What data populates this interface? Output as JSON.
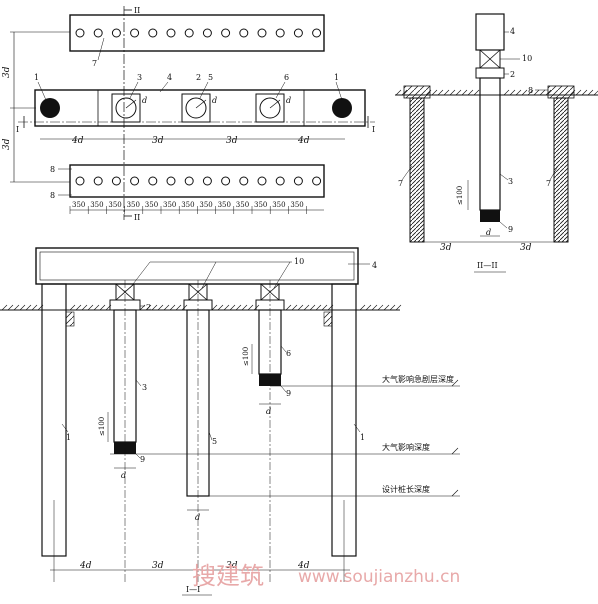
{
  "callouts": {
    "n1": "1",
    "n2": "2",
    "n3": "3",
    "n4": "4",
    "n5": "5",
    "n6": "6",
    "n7": "7",
    "n8": "8",
    "n9": "9",
    "n10": "10"
  },
  "section_marks": {
    "I": "I",
    "II": "II"
  },
  "symbols": {
    "d": "d",
    "spacing_3d": "3d",
    "spacing_4d": "4d",
    "le100": "≤100"
  },
  "grid_spacing": "350",
  "depth_labels": {
    "rapid_change": "大气影响急剧层深度",
    "influence": "大气影响深度",
    "design_pile": "设计桩长深度"
  },
  "section_titles": {
    "one": "I—I",
    "two": "II—II"
  },
  "watermark": {
    "chinese": "搜建筑",
    "url": "www.soujianzhu.cn"
  }
}
